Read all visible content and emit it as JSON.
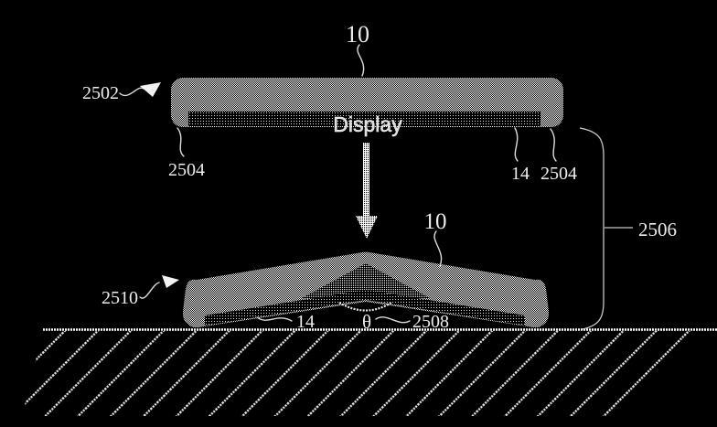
{
  "diagram": {
    "type": "patent-drop-figure",
    "background": "#000000",
    "ink": "#ededed",
    "top_device": {
      "ref_label": "10",
      "housing_label": "2502",
      "display_text": "Display",
      "left_corner_label": "2504",
      "right_edge_label": "14",
      "right_corner_label": "2504"
    },
    "motion_arrow": {
      "direction": "down"
    },
    "drop": {
      "height_label": "2506"
    },
    "bent_device": {
      "ref_label": "10",
      "body_label": "2510",
      "edge_label": "14",
      "angle_ref_label": "2508",
      "angle_symbol": "θ"
    }
  }
}
